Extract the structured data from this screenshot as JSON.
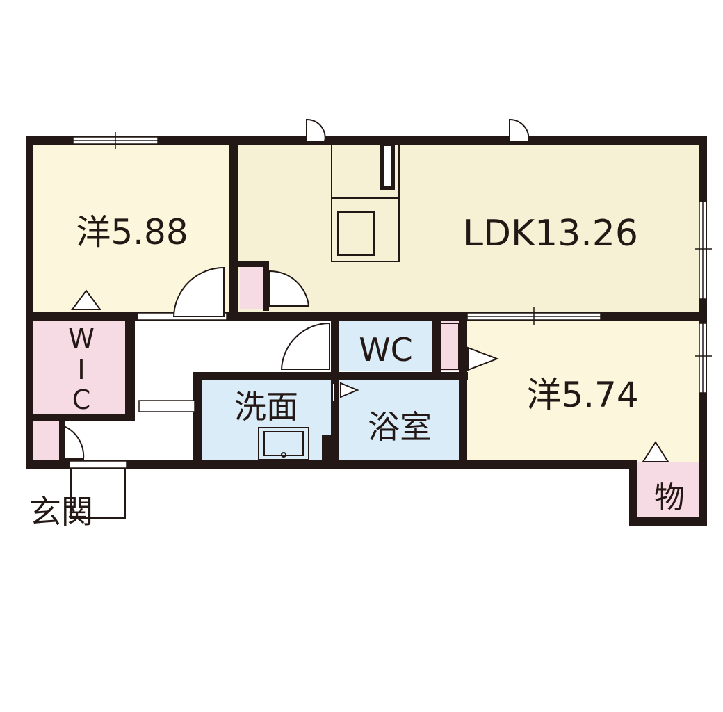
{
  "rooms": {
    "western_room_1": {
      "label": "洋5.88"
    },
    "ldk": {
      "label": "LDK13.26"
    },
    "wic": {
      "label_line1": "W",
      "label_line2": "I",
      "label_line3": "C"
    },
    "wc": {
      "label": "WC"
    },
    "western_room_2": {
      "label": "洋5.74"
    },
    "washroom": {
      "label": "洗面"
    },
    "bathroom": {
      "label": "浴室"
    },
    "entrance": {
      "label": "玄関"
    },
    "storage": {
      "label": "物"
    }
  },
  "colors": {
    "western_room": "#fbf6dc",
    "ldk": "#f6f1d5",
    "closet": "#f6dbe4",
    "wet_area": "#d9ecf8",
    "wall": "#231815",
    "floor_plain": "#ffffff"
  }
}
